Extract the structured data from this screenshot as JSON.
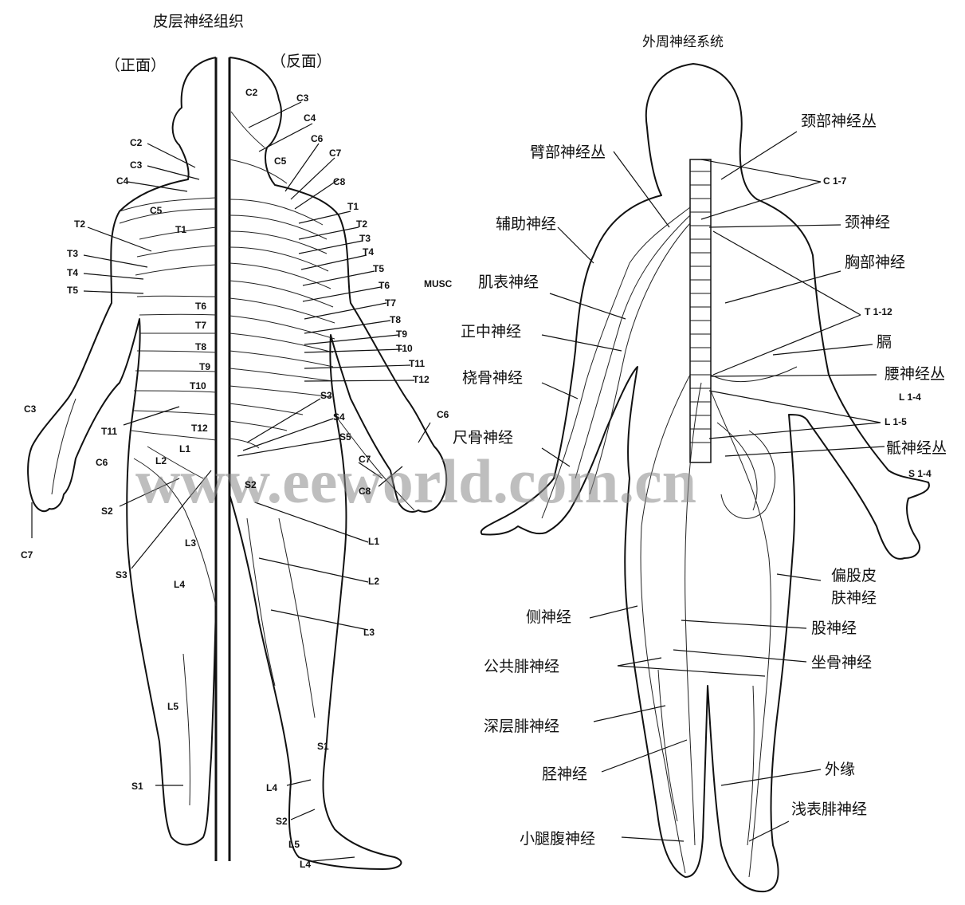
{
  "left_figure": {
    "title": "皮层神经组织",
    "front_label": "（正面）",
    "back_label": "（反面）",
    "segments": {
      "c2_front": "C2",
      "c3_front": "C3",
      "c4_front": "C4",
      "c5_front": "C5",
      "t1_front": "T1",
      "t2_front": "T2",
      "t3_front": "T3",
      "t4_front": "T4",
      "t5_front": "T5",
      "t6_front": "T6",
      "t7_front": "T7",
      "t8_front": "T8",
      "t9_front": "T9",
      "t10_front": "T10",
      "t11_front": "T11",
      "t12_front": "T12",
      "l1_front": "L1",
      "l2_front": "L2",
      "c3_hand": "C3",
      "c6_hand": "C6",
      "c7_hand": "C7",
      "s2_front": "S2",
      "s3_front": "S3",
      "l3_front": "L3",
      "l4_front": "L4",
      "l5_front": "L5",
      "s1_front": "S1",
      "c2_back": "C2",
      "c3_back": "C3",
      "c4_back": "C4",
      "c5_back": "C5",
      "c6_back": "C6",
      "c7_back": "C7",
      "c8_back": "C8",
      "t1_back": "T1",
      "t2_back": "T2",
      "t3_back": "T3",
      "t4_back": "T4",
      "t5_back": "T5",
      "t6_back": "T6",
      "t7_back": "T7",
      "t8_back": "T8",
      "t9_back": "T9",
      "t10_back": "T10",
      "t11_back": "T11",
      "t12_back": "T12",
      "s3_back": "S3",
      "s4_back": "S4",
      "s5_back": "S5",
      "s2_back": "S2",
      "c6_rhand": "C6",
      "c7_rhand": "C7",
      "c8_rhand": "C8",
      "l1_back": "L1",
      "l2_back": "L2",
      "l3_back": "L3",
      "s1_back": "S1",
      "l4_back": "L4",
      "s2_foot": "S2",
      "l5_back": "L5",
      "l4_foot": "L4"
    }
  },
  "right_figure": {
    "title": "外周神经系统",
    "musc": "MUSC",
    "labels": {
      "cervical_plexus": "颈部神经丛",
      "brachial_plexus": "臂部神经丛",
      "c1_7": "C 1-7",
      "accessory_nerve": "辅助神经",
      "cervical_nerve": "颈神经",
      "thoracic_nerve": "胸部神经",
      "musculocutaneous": "肌表神经",
      "t1_12": "T 1-12",
      "median_nerve": "正中神经",
      "diaphragm": "膈",
      "radial_nerve": "桡骨神经",
      "lumbar_plexus": "腰神经丛",
      "l1_4": "L 1-4",
      "ulnar_nerve": "尺骨神经",
      "l1_5": "L 1-5",
      "sacral_plexus": "骶神经丛",
      "s1_4": "S 1-4",
      "lat_fem_cut_1": "偏股皮",
      "lat_fem_cut_2": "肤神经",
      "side_nerve": "侧神经",
      "femoral_nerve": "股神经",
      "common_peroneal": "公共腓神经",
      "sciatic_nerve": "坐骨神经",
      "deep_peroneal": "深层腓神经",
      "tibial_nerve": "胫神经",
      "lateral": "外缘",
      "superficial_peroneal": "浅表腓神经",
      "sural_nerve": "小腿腹神经"
    }
  },
  "watermark": "www.eeworld.com.cn"
}
